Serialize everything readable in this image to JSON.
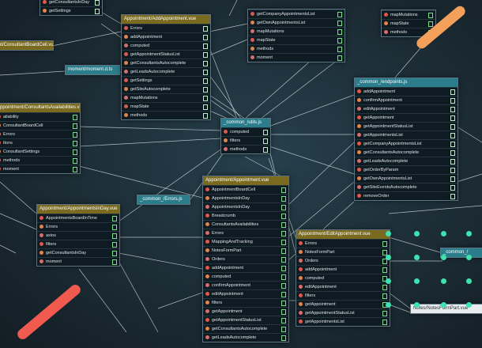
{
  "diagram": {
    "nodes": [
      {
        "id": "n-top-left",
        "title": "",
        "header": "none",
        "items": [
          "getConsultantsInDay",
          "getSettings"
        ]
      },
      {
        "id": "n-consult-board",
        "title": "nt/ConsultantBoardCell.vue",
        "header": "gold",
        "items": []
      },
      {
        "id": "n-moment",
        "title": "moment/moment.d.ts",
        "header": "teal",
        "items": []
      },
      {
        "id": "n-add-appointment",
        "title": "Appointment/AddAppointment.vue",
        "header": "gold",
        "items": [
          "Errors",
          "addAppointment",
          "computed",
          "getAppointmentStatusList",
          "getConsultantsAutocomplete",
          "getLeadsAutocomplete",
          "getSettings",
          "getSiteAutocomplete",
          "mapMutations",
          "mapState",
          "methods"
        ]
      },
      {
        "id": "n-company",
        "title": "",
        "header": "none",
        "items": [
          "getCompanyAppointmentsList",
          "getOwnAppointmentsList",
          "mapMutations",
          "mapState",
          "methods",
          "moment"
        ]
      },
      {
        "id": "n-top-right",
        "title": "",
        "header": "none",
        "items": [
          "mapMutations",
          "mapState",
          "methods"
        ]
      },
      {
        "id": "n-availabilities",
        "title": "Appointment/ConsultantsAvailabilities.vue",
        "header": "gold",
        "items": [
          "ailability",
          "ConsultantBoardCell",
          "Errors",
          "ttons",
          "ConsultantSettings",
          "methods",
          "moment"
        ]
      },
      {
        "id": "n-utils",
        "title": "_common_/utils.js",
        "header": "teal",
        "items": [
          "computed",
          "filters",
          "methods"
        ]
      },
      {
        "id": "n-endpoints",
        "title": "_common_/endpoints.js",
        "header": "teal",
        "items": [
          "addAppointment",
          "confirmAppointment",
          "editAppointment",
          "getAppointment",
          "getAppointmentStatusList",
          "getAppointmentsList",
          "getCompanyAppointmentsList",
          "getConsultantsAutocomplete",
          "getLeadsAutocomplete",
          "getOrderByParam",
          "getOwnAppointmentsList",
          "getSiteEventsAutocomplete",
          "removeOrder"
        ]
      },
      {
        "id": "n-errors",
        "title": "_common_/Errors.js",
        "header": "teal",
        "items": []
      },
      {
        "id": "n-in-day",
        "title": "Appointment/AppointmentsInDay.vue",
        "header": "gold",
        "items": [
          "AppointmentsBoardInTime",
          "Errors",
          "axios",
          "filters",
          "getConsultantsInDay",
          "moment"
        ]
      },
      {
        "id": "n-appointment",
        "title": "Appointment/Appointment.vue",
        "header": "gold",
        "items": [
          "AppointmentBoardCell",
          "AppointmentsInDay",
          "AppointmentsInDay",
          "Breadcrumb",
          "ConsultantsAvailabilities",
          "Errors",
          "MappingAndTracking",
          "NotesFormPart",
          "Orders",
          "addAppointment",
          "computed",
          "confirmAppointment",
          "editAppointment",
          "filters",
          "getAppointment",
          "getAppointmentStatusList",
          "getConsultantsAutocomplete",
          "getLeadsAutocomplete"
        ]
      },
      {
        "id": "n-edit-appointment",
        "title": "Appointment/EditAppointment.vue",
        "header": "gold",
        "items": [
          "Errors",
          "NotesFormPart",
          "Orders",
          "addAppointment",
          "computed",
          "editAppointment",
          "filters",
          "getAppointment",
          "getAppointmentStatusList",
          "getAppointmentsList"
        ]
      },
      {
        "id": "n-common-right",
        "title": "_common_/",
        "header": "teal",
        "items": []
      },
      {
        "id": "n-notes",
        "title": "Notes/NotesFormPart.vue",
        "header": "white",
        "items": []
      }
    ]
  },
  "colors": {
    "background": "#1c2c35",
    "gold_header": "#7a6a1f",
    "teal_header": "#2b7d8c",
    "link_line": "#e6ecef",
    "accent_orange": "#f5a05a",
    "accent_coral": "#f05a4f",
    "accent_mint": "#3de2b0"
  }
}
